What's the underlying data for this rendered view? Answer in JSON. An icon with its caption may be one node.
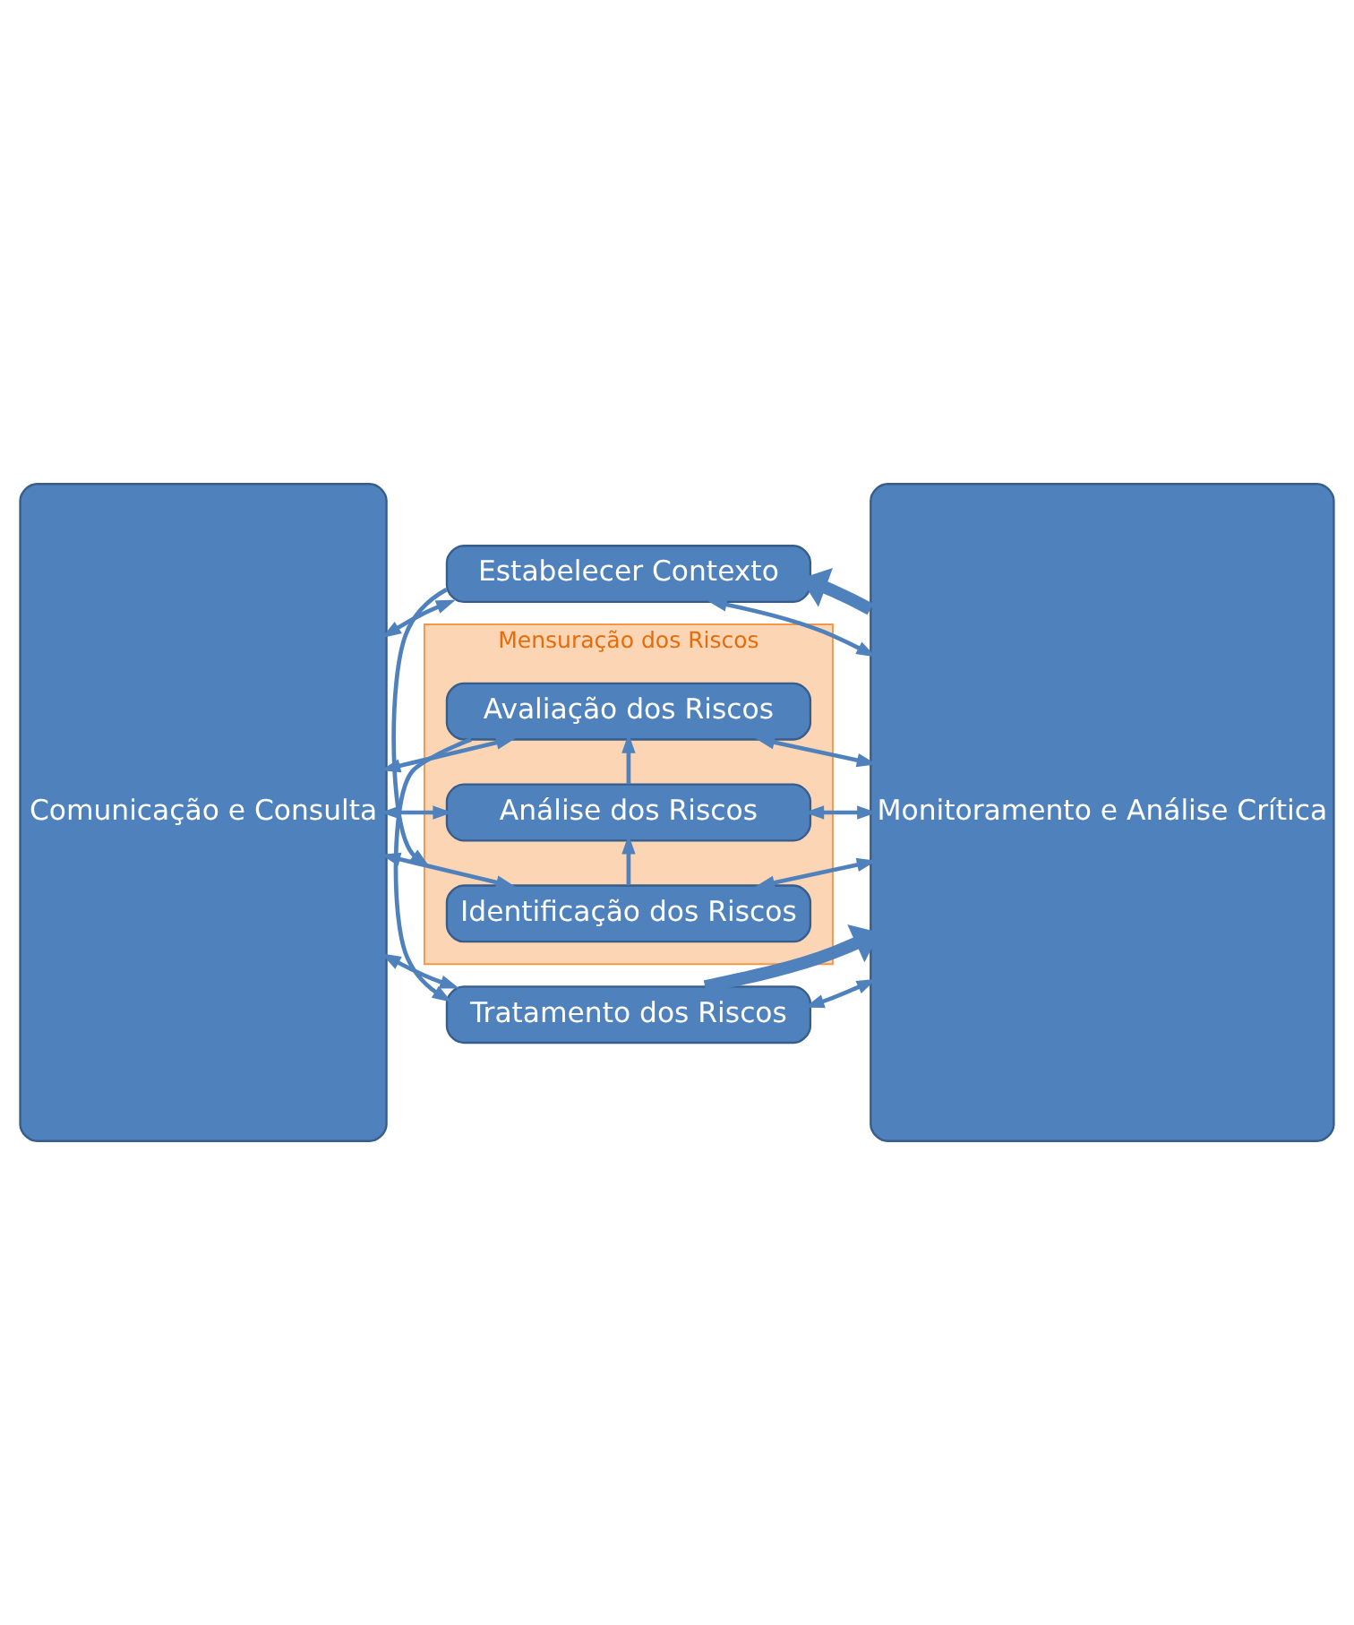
{
  "diagram": {
    "nodes": [
      {
        "text": [
          "Comunicação e Consulta"
        ]
      },
      {
        "text": [
          "Estabelecer Contexto"
        ]
      },
      {
        "text": [
          "Mensuração dos Riscos"
        ]
      },
      {
        "text": [
          "Identificação dos Riscos"
        ],
        "in": 2
      },
      {
        "text": [
          "Análise dos Riscos"
        ],
        "in": 2
      },
      {
        "text": [
          "Avaliação dos Riscos"
        ],
        "in": 2
      },
      {
        "text": [
          "Tratamento dos Riscos"
        ]
      },
      {
        "text": [
          "Monitoramento e Análise Crítica"
        ]
      }
    ],
    "edges": [
      {
        "from": 0,
        "to": 1,
        "arrow": "both"
      },
      {
        "from": 1,
        "to": 7,
        "arrow": "both"
      },
      {
        "from": 1,
        "to": 2,
        "arrow": "to"
      },
      {
        "from": 0,
        "to": 3,
        "arrow": "both"
      },
      {
        "from": 3,
        "to": 7,
        "arrow": "both"
      },
      {
        "from": 3,
        "to": 4,
        "arrow": "to"
      },
      {
        "from": 0,
        "to": 4,
        "arrow": "both"
      },
      {
        "from": 4,
        "to": 7,
        "arrow": "both"
      },
      {
        "from": 4,
        "to": 5,
        "arrow": "to"
      },
      {
        "from": 0,
        "to": 5,
        "arrow": "both"
      },
      {
        "from": 5,
        "to": 7,
        "arrow": "both"
      },
      {
        "from": 5,
        "to": 6,
        "arrow": "to"
      },
      {
        "from": 0,
        "to": 6,
        "arrow": "both"
      },
      {
        "from": 6,
        "to": 7,
        "arrow": "both"
      },
      {
        "from": 6,
        "to": 7,
        "arrow": "to",
        "style": "thick"
      },
      {
        "from": 7,
        "to": 1,
        "arrow": "to",
        "style": "thick"
      }
    ]
  }
}
